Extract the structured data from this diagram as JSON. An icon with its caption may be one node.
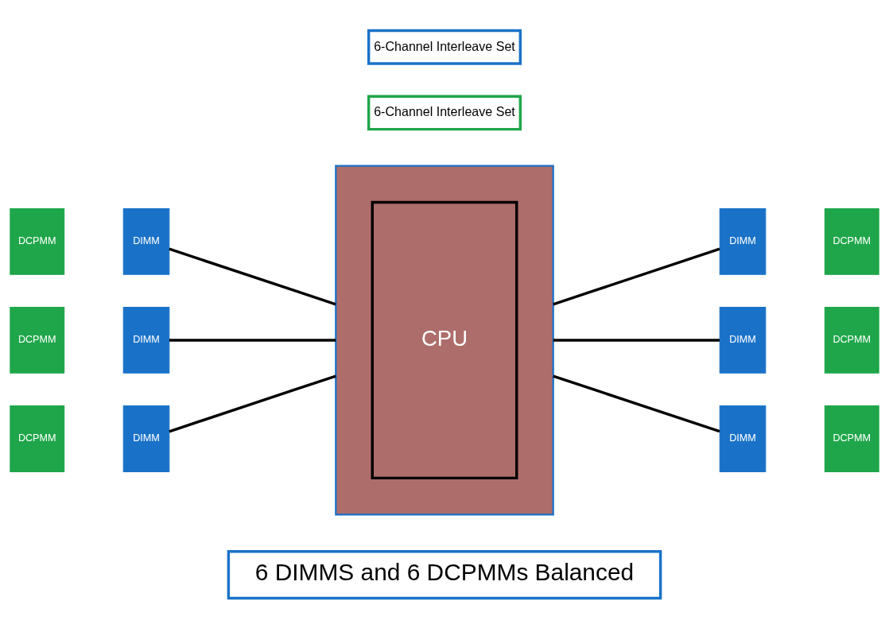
{
  "diagram": {
    "nodes": [
      {
        "text": [
          "6 DIMMS and 6 DCPMMs Balanced"
        ]
      },
      {
        "text": [
          "DCPMM"
        ]
      },
      {
        "text": [
          "DIMM"
        ]
      },
      {
        "text": [],
        "shape": "box"
      },
      {
        "text": [
          "CPU"
        ],
        "in": 3
      },
      {
        "text": [
          "DIMM"
        ]
      },
      {
        "text": [
          "DCPMM"
        ]
      },
      {
        "text": [
          "DCPMM"
        ]
      },
      {
        "text": [
          "DIMM"
        ]
      },
      {
        "text": [
          "DIMM"
        ]
      },
      {
        "text": [
          "DCPMM"
        ]
      },
      {
        "text": [
          "DCPMM"
        ]
      },
      {
        "text": [
          "DIMM"
        ]
      },
      {
        "text": [
          "DIMM"
        ]
      },
      {
        "text": [
          "DCPMM"
        ]
      },
      {
        "text": [
          "6-Channel Interleave Set"
        ]
      },
      {
        "text": [
          "6-Channel Interleave Set"
        ]
      }
    ],
    "edges": [
      {
        "from": 2,
        "to": 3,
        "arrow": "none"
      },
      {
        "from": 3,
        "to": 5,
        "arrow": "none"
      },
      {
        "from": 8,
        "to": 3,
        "arrow": "none"
      },
      {
        "from": 3,
        "to": 9,
        "arrow": "none"
      },
      {
        "from": 12,
        "to": 3,
        "arrow": "none"
      },
      {
        "from": 3,
        "to": 13,
        "arrow": "none"
      }
    ]
  }
}
